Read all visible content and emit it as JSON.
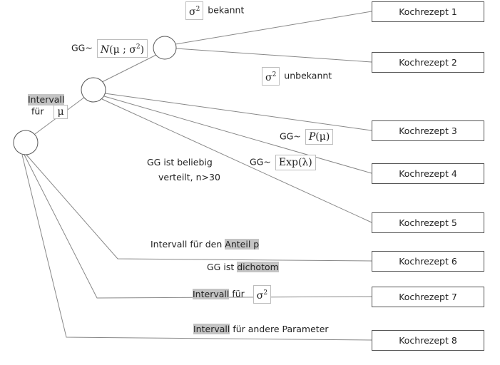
{
  "recipes": [
    "Kochrezept 1",
    "Kochrezept 2",
    "Kochrezept 3",
    "Kochrezept 4",
    "Kochrezept 5",
    "Kochrezept 6",
    "Kochrezept 7",
    "Kochrezept 8"
  ],
  "labels": {
    "sigma_known": {
      "symbol": "σ",
      "exp": "2",
      "text": "bekannt"
    },
    "sigma_unknown": {
      "symbol": "σ",
      "exp": "2",
      "text": "unbekannt"
    },
    "gg_normal": {
      "prefix": "GG~",
      "n": "N",
      "args": "(μ ; σ",
      "exp": "2",
      "close": ")"
    },
    "interval_mu": {
      "line1": "Intervall",
      "line2": "für",
      "mu": "μ"
    },
    "gg_poisson": {
      "prefix": "GG~",
      "p": "P",
      "args": "(μ)"
    },
    "gg_exp": {
      "prefix": "GG~",
      "expr": "Exp",
      "args": "(λ)"
    },
    "gg_beliebig": {
      "line1": "GG  ist beliebig",
      "line2": "verteilt, n>30"
    },
    "anteil": {
      "pre": "Intervall  für den ",
      "hl": "Anteil p"
    },
    "dichotom": {
      "pre": "GG ist ",
      "hl": "dichotom"
    },
    "interval_sigma": {
      "hl": "Intervall",
      "mid": " für",
      "symbol": "σ",
      "exp": "2"
    },
    "other_params": {
      "hl": "Intervall",
      "rest": " für andere Parameter"
    }
  }
}
